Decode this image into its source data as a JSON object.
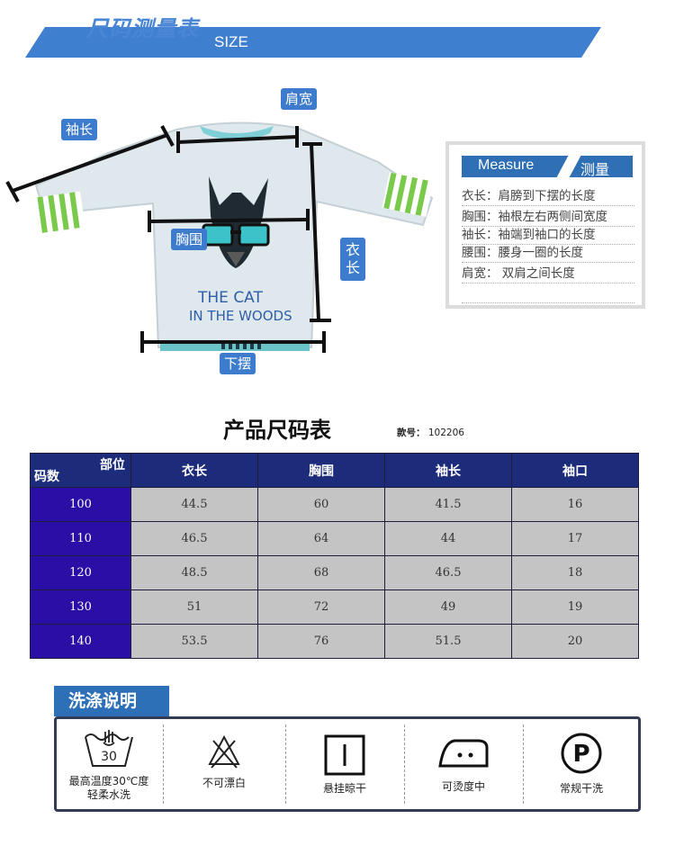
{
  "banner": {
    "title": "尺码测量表",
    "subtitle": "SIZE"
  },
  "diagram": {
    "labels": {
      "sleeve": "袖长",
      "shoulder": "肩宽",
      "chest": "胸围",
      "length_char1": "衣",
      "length_char2": "长",
      "hem": "下摆"
    },
    "print_line1": "THE CAT",
    "print_line2": "IN THE WOODS"
  },
  "measure": {
    "title_en": "Measure",
    "title_zh": "测量",
    "rows": [
      "衣长：肩膀到下摆的长度",
      "胸围：袖根左右两侧间宽度",
      "袖长：袖端到袖口的长度",
      "腰围：腰身一圈的长度",
      "肩宽： 双肩之间长度"
    ]
  },
  "table": {
    "title": "产品尺码表",
    "style_label": "款号：",
    "style_value": "102206",
    "corner_top": "部位",
    "corner_bottom": "码数",
    "headers": [
      "衣长",
      "胸围",
      "袖长",
      "袖口"
    ],
    "rows": [
      {
        "size": "100",
        "values": [
          "44.5",
          "60",
          "41.5",
          "16"
        ]
      },
      {
        "size": "110",
        "values": [
          "46.5",
          "64",
          "44",
          "17"
        ]
      },
      {
        "size": "120",
        "values": [
          "48.5",
          "68",
          "46.5",
          "18"
        ]
      },
      {
        "size": "130",
        "values": [
          "51",
          "72",
          "49",
          "19"
        ]
      },
      {
        "size": "140",
        "values": [
          "53.5",
          "76",
          "51.5",
          "20"
        ]
      }
    ]
  },
  "wash": {
    "title": "洗涤说明",
    "temp": "30",
    "items": [
      {
        "line1": "最高温度30℃度",
        "line2": "轻柔水洗"
      },
      {
        "line1": "不可漂白"
      },
      {
        "line1": "悬挂晾干"
      },
      {
        "line1": "可烫度中"
      },
      {
        "line1": "常规干洗"
      }
    ],
    "dryclean_letter": "P"
  }
}
